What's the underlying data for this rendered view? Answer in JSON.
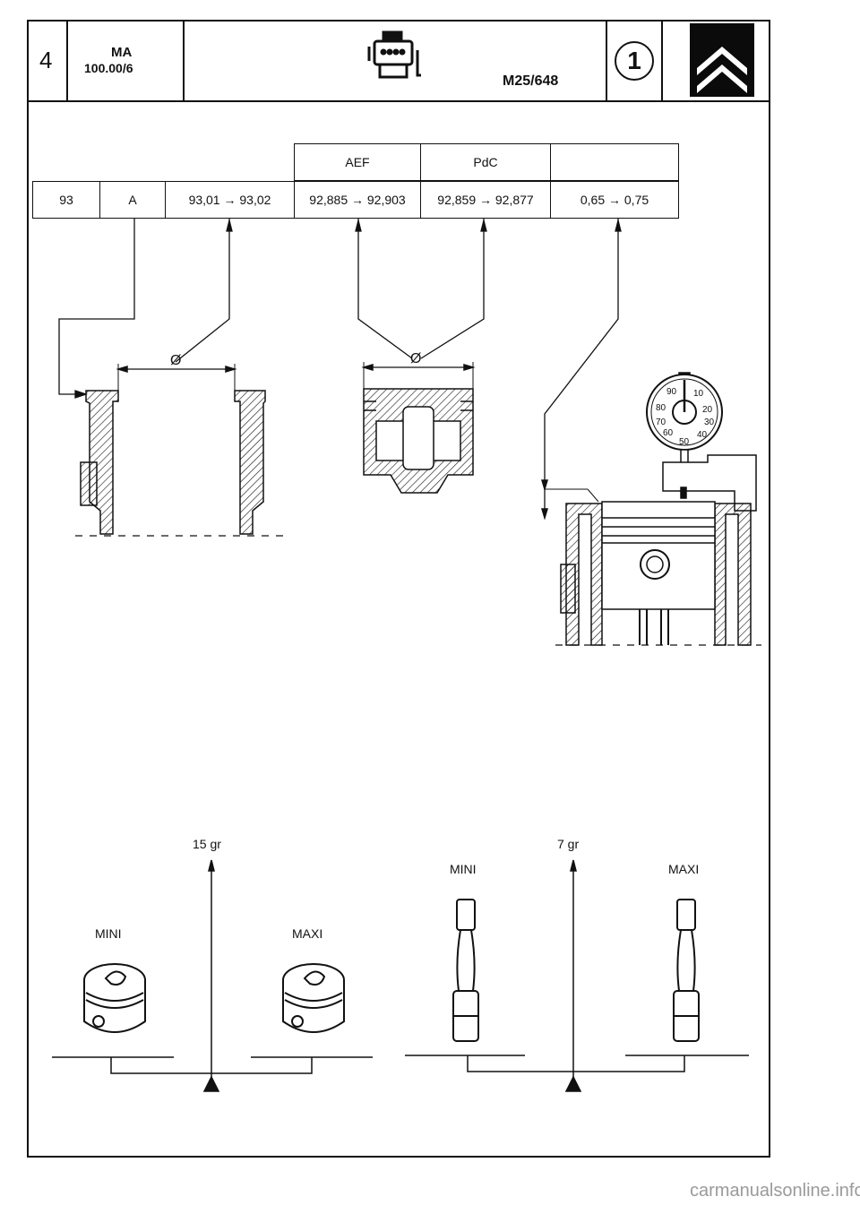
{
  "header": {
    "section_number": "4",
    "doc_code": "MA",
    "doc_ref": "100.00/6",
    "ref_code": "M25/648",
    "circle_number": "1",
    "icons": [
      "engine-icon",
      "citroen-chevrons-logo"
    ]
  },
  "spec_table": {
    "col_headers": [
      "AEF",
      "PdC",
      ""
    ],
    "row": [
      "93",
      "A",
      "93,01 → 93,02",
      "92,885 → 92,903",
      "92,859 → 92,877",
      "0,65 → 0,75"
    ]
  },
  "labels": {
    "diameter_symbol": "Ø",
    "dial_numbers": [
      "90",
      "10",
      "80",
      "20",
      "70",
      "30",
      "60",
      "40",
      "50"
    ]
  },
  "piston_balance": {
    "weight": "15 gr",
    "left_label": "MINI",
    "right_label": "MAXI"
  },
  "rod_balance": {
    "weight": "7 gr",
    "left_label": "MINI",
    "right_label": "MAXI"
  },
  "watermark": "carmanualsonline.info"
}
